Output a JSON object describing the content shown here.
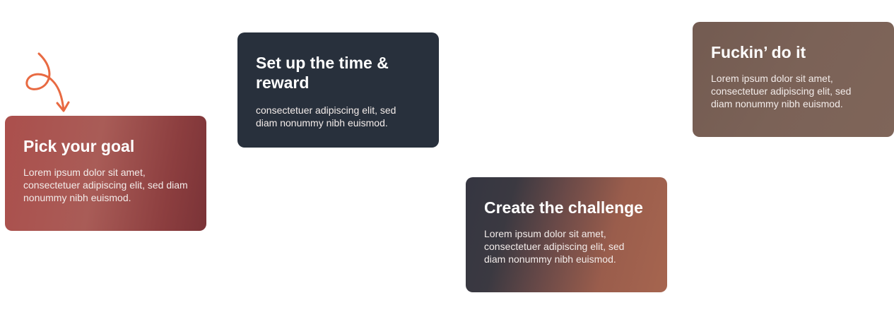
{
  "colors": {
    "accent": "#e86a42",
    "card_pick": "#a6504d",
    "card_setup": "#28303c",
    "card_create": "#a6654f",
    "card_doit": "#7a6156"
  },
  "decorations": {
    "arrow_icon": "curly-arrow-icon"
  },
  "steps": [
    {
      "title": "Pick your goal",
      "body": "Lorem ipsum dolor sit amet, consectetuer adipiscing elit, sed diam nonummy nibh euismod."
    },
    {
      "title": "Set up the time & reward",
      "body": "consectetuer adipiscing elit, sed diam nonummy nibh euismod."
    },
    {
      "title": "Create the challenge",
      "body": "Lorem ipsum dolor sit amet, consectetuer adipiscing elit, sed diam nonummy nibh euismod."
    },
    {
      "title": "Fuckin’ do it",
      "body": "Lorem ipsum dolor sit amet, consectetuer adipiscing elit, sed diam nonummy nibh euismod."
    }
  ]
}
